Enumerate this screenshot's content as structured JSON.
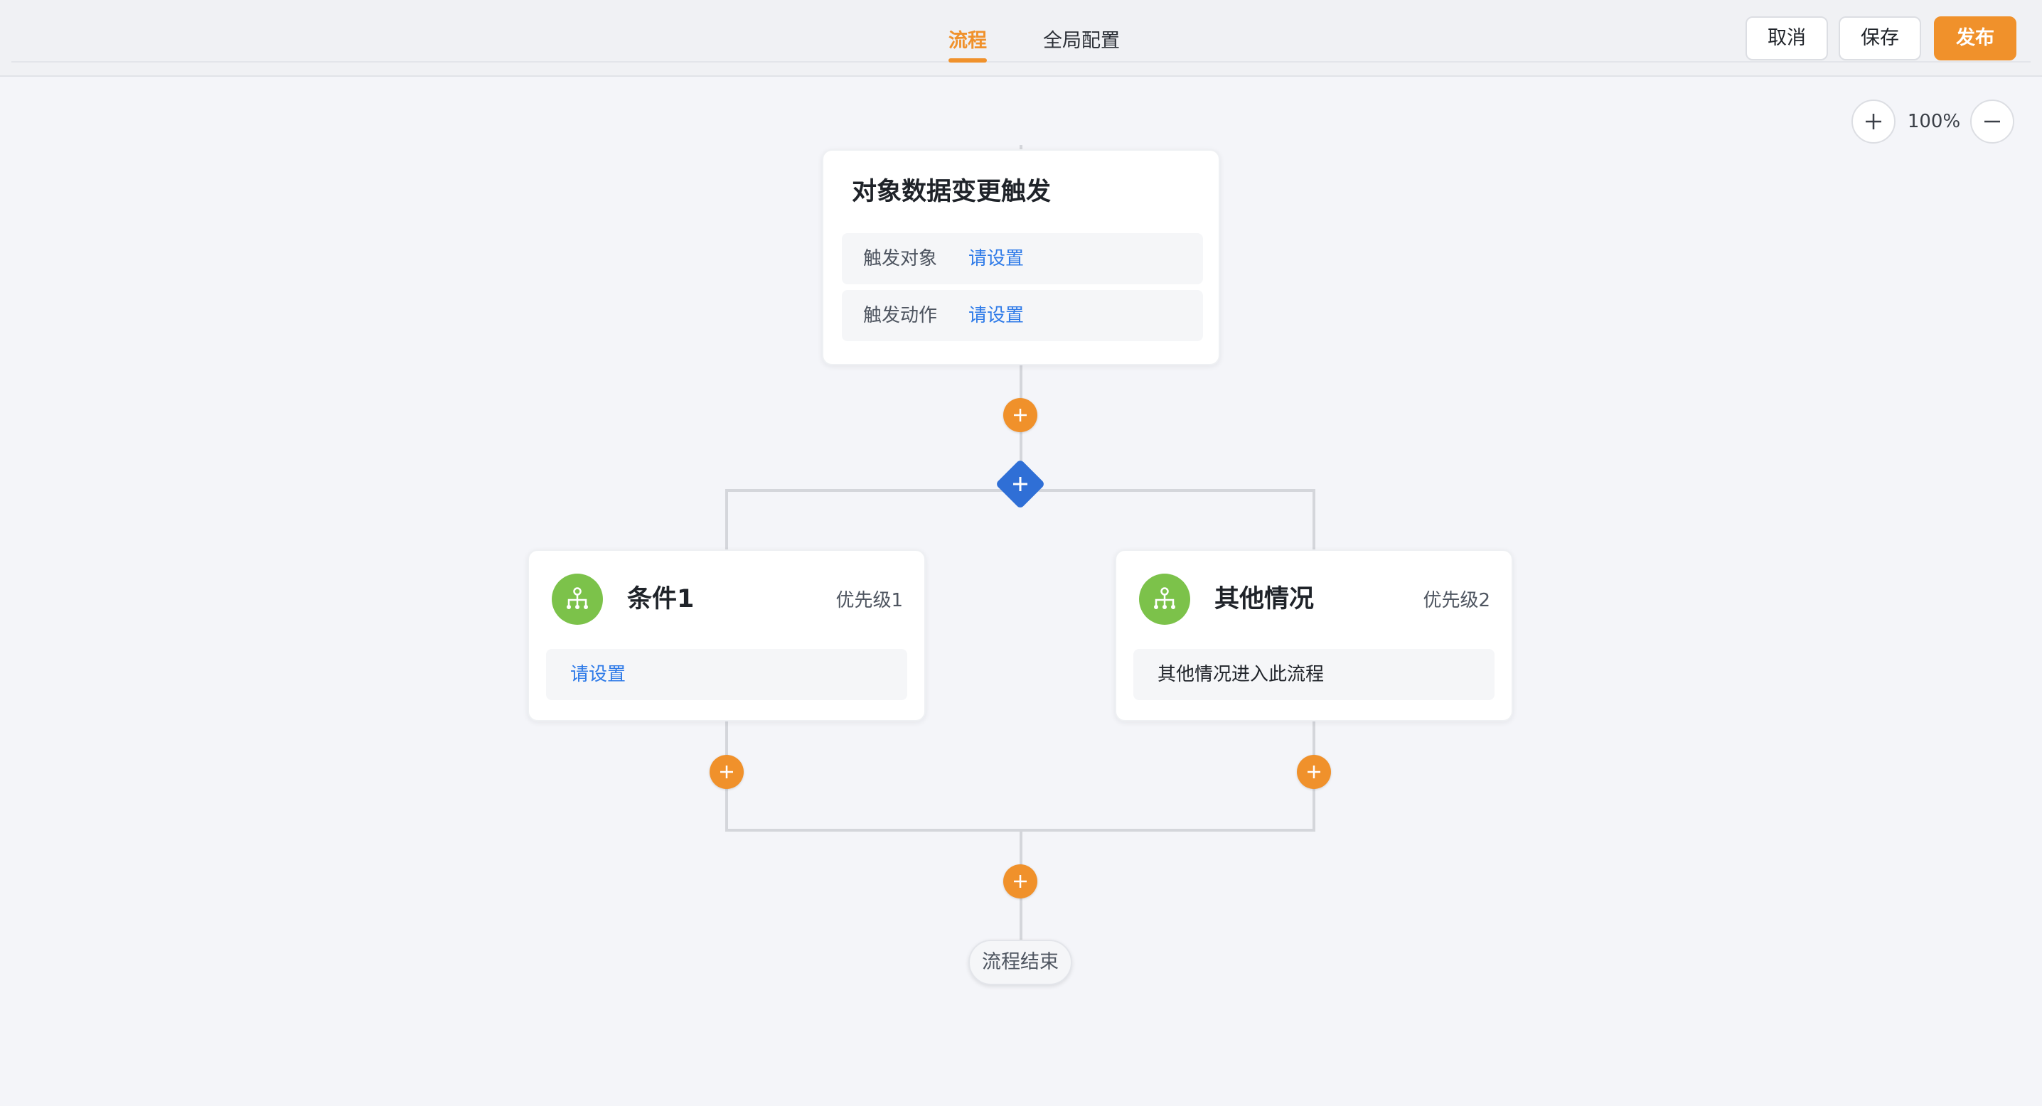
{
  "header": {
    "tabs": [
      {
        "label": "流程",
        "active": true
      },
      {
        "label": "全局配置",
        "active": false
      }
    ],
    "buttons": {
      "cancel": "取消",
      "save": "保存",
      "publish": "发布"
    }
  },
  "zoom": {
    "level": "100%",
    "in_icon": "plus-icon",
    "out_icon": "minus-icon"
  },
  "flow": {
    "trigger": {
      "title": "对象数据变更触发",
      "fields": [
        {
          "label": "触发对象",
          "value": "请设置"
        },
        {
          "label": "触发动作",
          "value": "请设置"
        }
      ]
    },
    "branches": [
      {
        "title": "条件1",
        "priority": "优先级1",
        "body": "请设置",
        "icon": "branch-tree-icon"
      },
      {
        "title": "其他情况",
        "priority": "优先级2",
        "body": "其他情况进入此流程",
        "icon": "branch-tree-icon"
      }
    ],
    "end_label": "流程结束"
  },
  "colors": {
    "accent": "#f0912b",
    "link": "#2f7be8",
    "branch_diamond": "#2f6fd6",
    "condition_icon": "#7cc24a",
    "canvas": "#f4f5f9"
  }
}
